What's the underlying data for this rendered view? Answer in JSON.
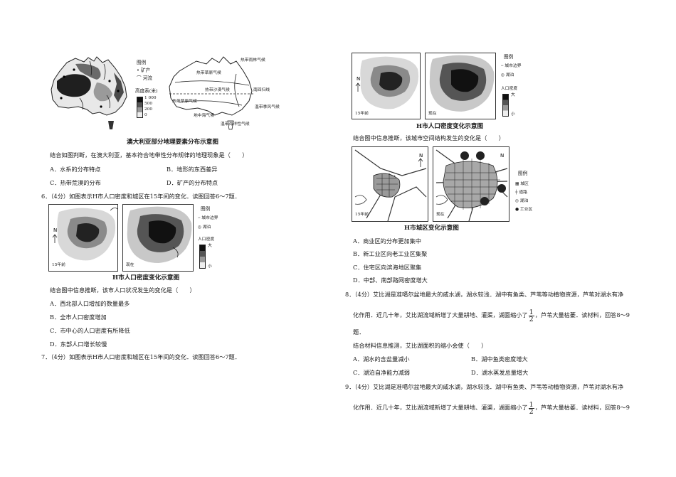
{
  "australia_fig": {
    "legend_title": "图例",
    "legend_mine": "矿产",
    "legend_river": "河流",
    "legend_elev_title": "高度表(米)",
    "legend_elev": [
      "1 000",
      "500",
      "200",
      "0"
    ],
    "climate_labels": [
      "热带雨林气候",
      "热带草原气候",
      "热带沙漠气候",
      "热带草原气候",
      "地中海气候",
      "温带海洋性气候",
      "南回归线",
      "温带季风气候"
    ],
    "caption": "澳大利亚部分地理要素分布示意图"
  },
  "q5": {
    "stem": "结合如图判断，在澳大利亚，基本符合地带性分布规律的地理现象是（　　）",
    "options": [
      "A．水系的分布特点",
      "B．地形的东西差异",
      "C．热带荒漠的分布",
      "D．矿产的分布特点"
    ]
  },
  "q6": {
    "intro": "6．（4分）如图表示H市人口密度和城区在15年间的变化．读图回答6～7题．",
    "fig_left_label": "15年前",
    "fig_right_label": "现在",
    "legend_title": "图例",
    "legend_city": "城市边界",
    "legend_lake": "湖泊",
    "legend_density": "人口密度",
    "legend_big": "大",
    "legend_small": "小",
    "caption": "H市人口密度变化示意图",
    "stem": "结合图中信息推断，该市人口状况发生的变化是（　　）",
    "options": [
      "A．西北部人口增加的数量最多",
      "B．全市人口密度增加",
      "C．市中心的人口密度有所降低",
      "D．东部人口增长较慢"
    ]
  },
  "q7": {
    "intro": "7．（4分）如图表示H市人口密度和城区在15年间的变化．读图回答6～7题．",
    "fig_left_label": "15年前",
    "fig_right_label": "现在",
    "legend_title": "图例",
    "legend_city": "城市边界",
    "legend_lake": "湖泊",
    "legend_density": "人口密度",
    "legend_big": "大",
    "legend_small": "小",
    "caption": "H市人口密度变化示意图",
    "stem": "结合图中信息推断，该城市空间结构发生的变化是（　　）",
    "fig2_left_label": "15年前",
    "fig2_right_label": "现在",
    "fig2_legend_title": "图例",
    "fig2_legend": [
      "城区",
      "道路",
      "湖泊",
      "工业区"
    ],
    "fig2_caption": "H市城区变化示意图",
    "options": [
      "A．商业区的分布更加集中",
      "B．新工业区向老工业区集聚",
      "C．住宅区向滨海地区聚集",
      "D．中部、南部路网密度增大"
    ]
  },
  "q8": {
    "line1": "8．（4分）艾比湖是准噶尔盆地最大的咸水湖，湖水较浅．湖中有鱼类、芦苇等动植物资源，芦苇对湖水有净",
    "line2a": "化作用．近几十年，艾比湖流域新增了大量耕地、灌渠，湖面缩小了",
    "frac_n": "1",
    "frac_d": "2",
    "line2b": "，芦苇大量枯萎．读材料，回答8～9",
    "line3": "题．",
    "stem": "结合材料信息推测，艾比湖面积的缩小会使（　　）",
    "options": [
      "A．湖水的含盐量减小",
      "B．湖中鱼类密度增大",
      "C．湖泊自净能力减弱",
      "D．湖水蒸发总量增大"
    ]
  },
  "q9": {
    "line1": "9．（4分）艾比湖是准噶尔盆地最大的咸水湖，湖水较浅．湖中有鱼类、芦苇等动植物资源，芦苇对湖水有净",
    "line2a": "化作用．近几十年，艾比湖流域新增了大量耕地、灌渠，湖面缩小了",
    "frac_n": "1",
    "frac_d": "2",
    "line2b": "，芦苇大量枯萎．读材料，回答8～9"
  },
  "north": "N"
}
